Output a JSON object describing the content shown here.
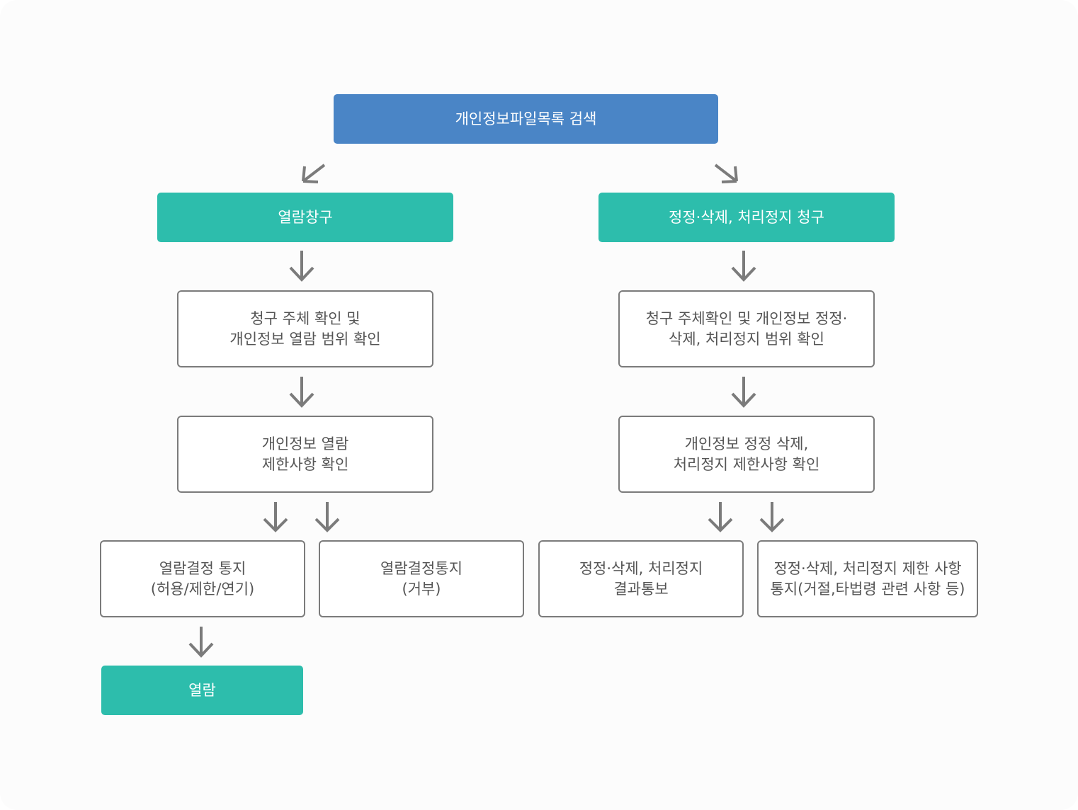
{
  "flowchart": {
    "start": "개인정보파일목록 검색",
    "left": {
      "request": "열람창구",
      "step1": "청구 주체 확인 및\n개인정보 열람 범위 확인",
      "step2": "개인정보 열람\n제한사항 확인",
      "result_allow": "열람결정 통지\n(허용/제한/연기)",
      "result_deny": "열람결정통지\n(거부)",
      "final": "열람"
    },
    "right": {
      "request": "정정·삭제, 처리정지 청구",
      "step1": "청구 주체확인 및 개인정보 정정·\n삭제, 처리정지 범위 확인",
      "step2": "개인정보 정정 삭제,\n처리정지 제한사항 확인",
      "result_done": "정정·삭제, 처리정지\n결과통보",
      "result_limit": "정정·삭제, 처리정지 제한 사항\n통지(거절,타법령 관련 사항 등)"
    }
  },
  "colors": {
    "primary_blue": "#4a85c6",
    "teal": "#2dbdac",
    "outline_gray": "#7b7b7b",
    "text_gray": "#555555"
  },
  "icons": {
    "arrow": "arrow-icon"
  }
}
